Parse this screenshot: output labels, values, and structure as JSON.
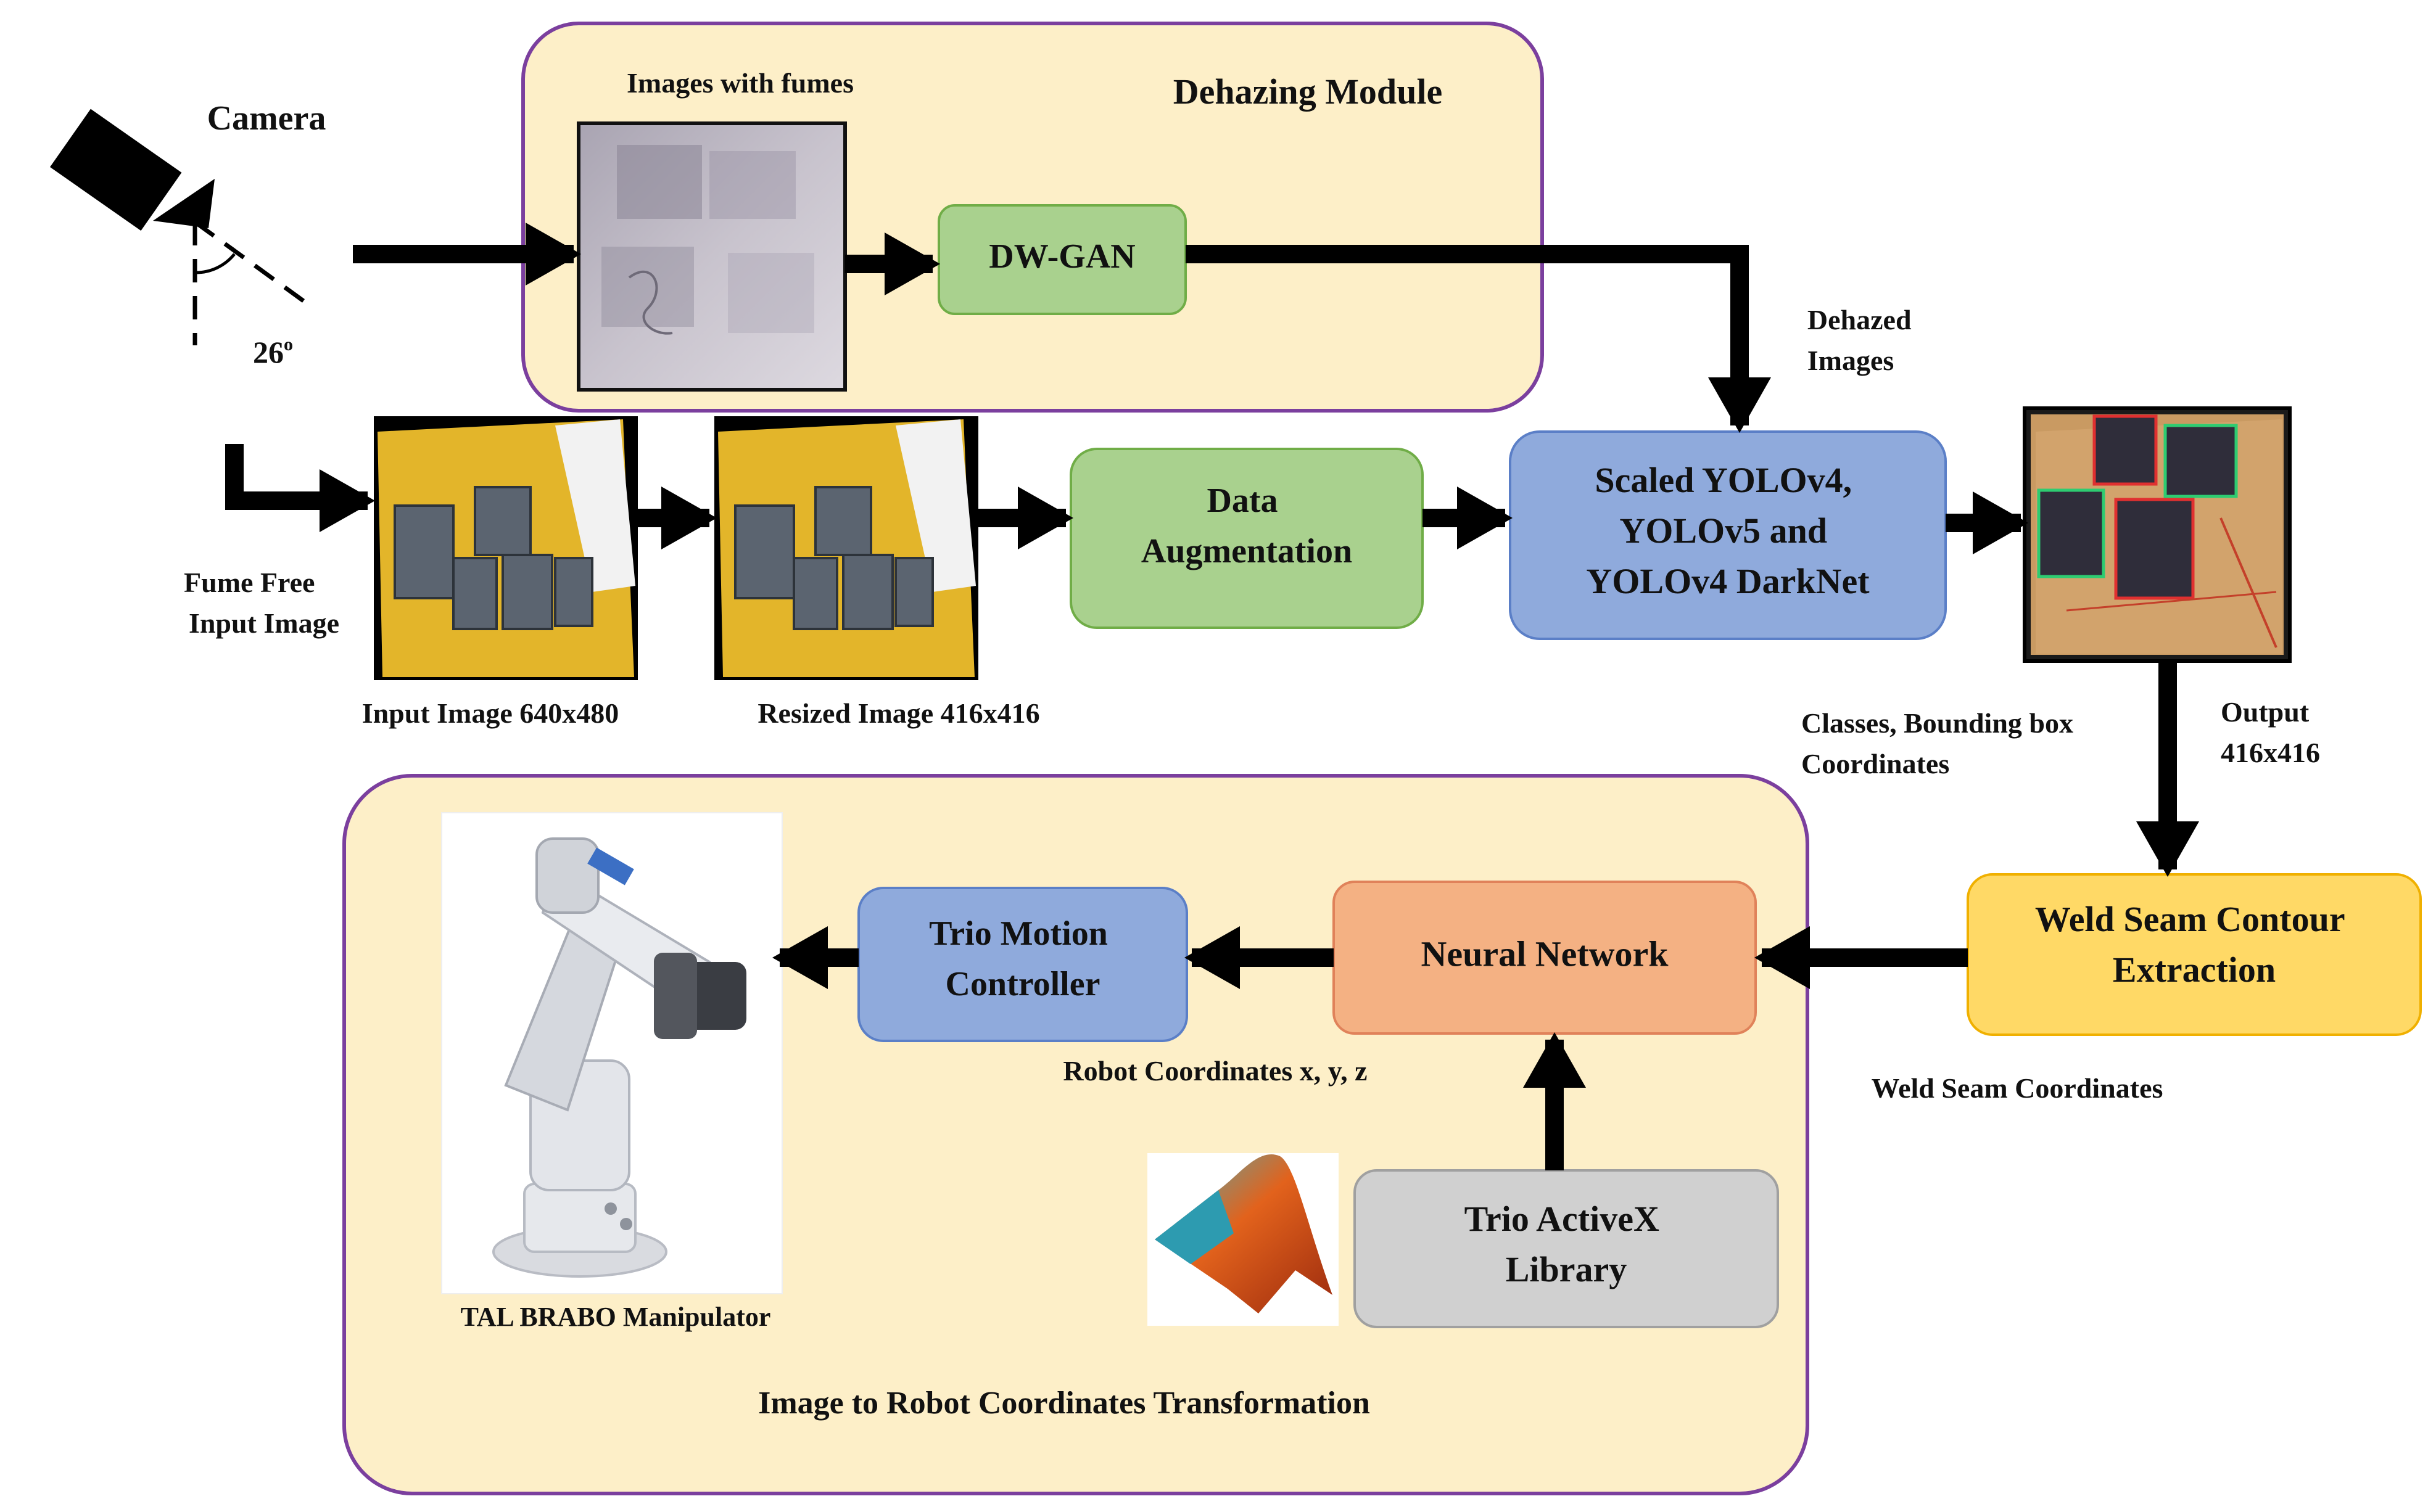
{
  "modules": {
    "dehazing": "Dehazing Module",
    "transformation": "Image to Robot Coordinates Transformation"
  },
  "blocks": {
    "dwgan": "DW-GAN",
    "augmentation": [
      "Data",
      "Augmentation"
    ],
    "yolo": [
      "Scaled YOLOv4,",
      "YOLOv5 and",
      "YOLOv4 DarkNet"
    ],
    "weld_contour": [
      "Weld Seam Contour",
      "Extraction"
    ],
    "neural_network": "Neural Network",
    "trio_motion": [
      "Trio Motion",
      "Controller"
    ],
    "trio_activex": [
      "Trio ActiveX",
      "Library"
    ]
  },
  "labels": {
    "camera": "Camera",
    "angle": "26",
    "angle_unit": "o",
    "images_with_fumes": "Images with fumes",
    "fume_free": [
      "Fume Free",
      "Input Image"
    ],
    "input_image": "Input Image 640x480",
    "resized_image": "Resized Image 416x416",
    "dehazed_images": [
      "Dehazed",
      "Images"
    ],
    "classes_bbox": [
      "Classes, Bounding box",
      "Coordinates"
    ],
    "output": [
      "Output",
      "416x416"
    ],
    "weld_seam_coords": "Weld Seam Coordinates",
    "robot_coords": "Robot Coordinates x, y, z",
    "manipulator": "TAL BRABO Manipulator"
  },
  "colors": {
    "module_fill": "#fdefc8",
    "module_border": "#7b3f9e",
    "green_fill": "#a9d18e",
    "green_border": "#70ad47",
    "blue_fill": "#8faadc",
    "blue_border": "#5b7fc7",
    "orange_fill": "#ffd966",
    "orange_border": "#f0b000",
    "salmon_fill": "#f4b183",
    "salmon_border": "#e0825a",
    "gray_fill": "#d0d0d0",
    "gray_border": "#a0a0a0",
    "plate_yellow": "#e3b52a"
  }
}
